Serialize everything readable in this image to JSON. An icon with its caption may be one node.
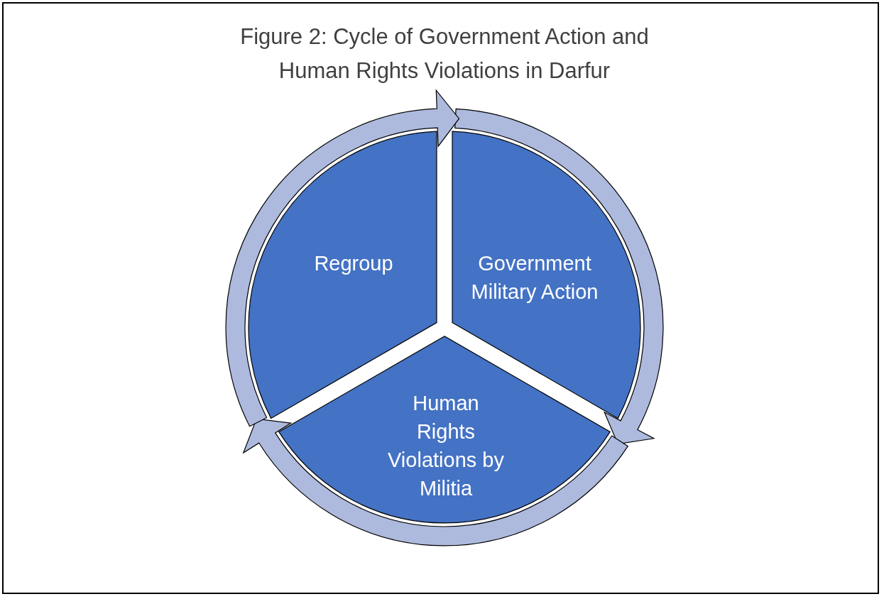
{
  "diagram": {
    "title": "Figure 2: Cycle of Government Action and Human Rights Violations in Darfur",
    "nodes": [
      {
        "text": [
          "Regroup"
        ]
      },
      {
        "text": [
          "Government Military Action"
        ]
      },
      {
        "text": [
          "Human Rights Violations by Militia"
        ]
      }
    ],
    "edges": [
      {
        "from": 1,
        "to": 2,
        "arrow": "to"
      },
      {
        "from": 2,
        "to": 0,
        "arrow": "to"
      },
      {
        "from": 0,
        "to": 1,
        "arrow": "to"
      }
    ]
  }
}
